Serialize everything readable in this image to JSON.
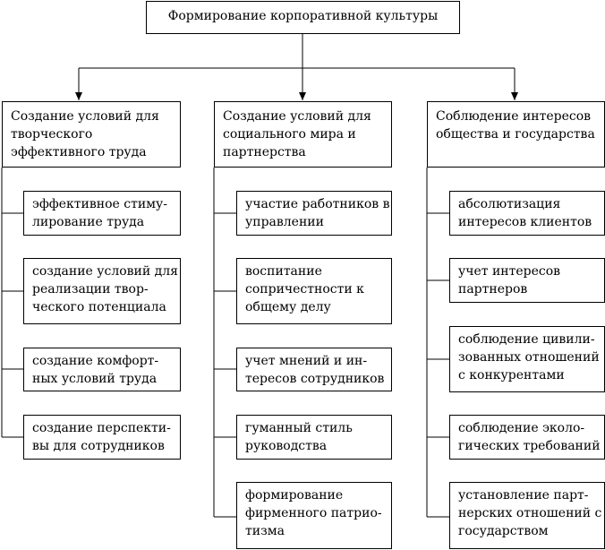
{
  "root": {
    "label": "Формирование корпоративной культуры"
  },
  "columns": [
    {
      "title": [
        "Создание условий для",
        "творческого",
        "эффективного труда"
      ],
      "items": [
        [
          "эффективное стиму-",
          "лирование труда"
        ],
        [
          "создание условий для",
          "реализации твор-",
          "ческого потенциала"
        ],
        [
          "создание комфорт-",
          "ных условий труда"
        ],
        [
          "создание перспекти-",
          "вы для сотрудников"
        ]
      ]
    },
    {
      "title": [
        "Создание условий для",
        "социального мира и",
        "партнерства"
      ],
      "items": [
        [
          "участие работников в",
          "управлении"
        ],
        [
          "воспитание",
          "сопричестности к",
          "общему делу"
        ],
        [
          "учет мнений и ин-",
          "тересов сотрудников"
        ],
        [
          "гуманный стиль",
          "руководства"
        ],
        [
          "формирование",
          "фирменного патрио-",
          "тизма"
        ]
      ]
    },
    {
      "title": [
        "Соблюдение интересов",
        "общества и государства"
      ],
      "items": [
        [
          "абсолютизация",
          "интересов клиентов"
        ],
        [
          "учет интересов",
          "партнеров"
        ],
        [
          "соблюдение цивили-",
          "зованных отношений",
          "с конкурентами"
        ],
        [
          "соблюдение эколо-",
          "гических требований"
        ],
        [
          "установление парт-",
          "нерских отношений с",
          "государством"
        ]
      ]
    }
  ]
}
